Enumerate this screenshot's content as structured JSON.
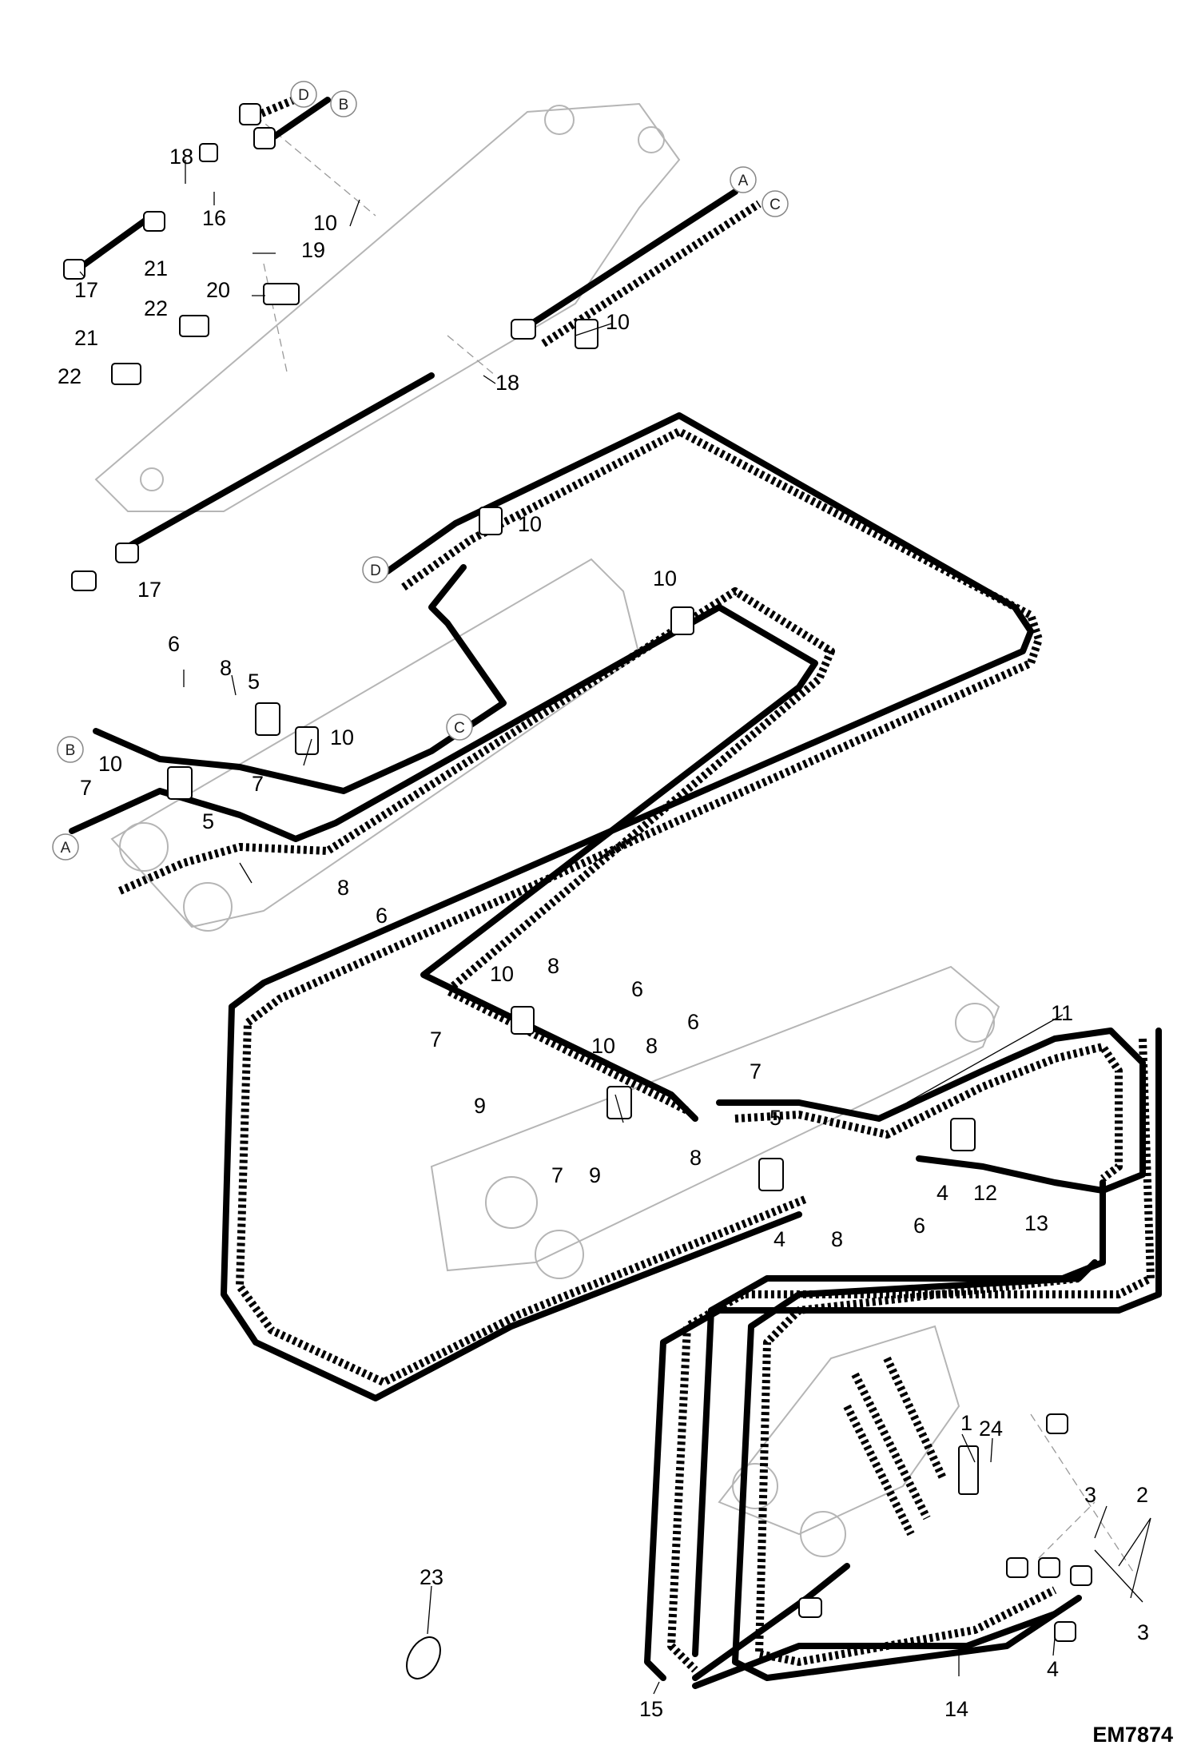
{
  "drawing_code": "EM7874",
  "connectors": [
    "A",
    "B",
    "C",
    "D"
  ],
  "callouts": [
    "1",
    "2",
    "3",
    "4",
    "5",
    "6",
    "7",
    "8",
    "9",
    "10",
    "11",
    "12",
    "13",
    "14",
    "15",
    "16",
    "17",
    "18",
    "19",
    "20",
    "21",
    "22",
    "23",
    "24"
  ]
}
